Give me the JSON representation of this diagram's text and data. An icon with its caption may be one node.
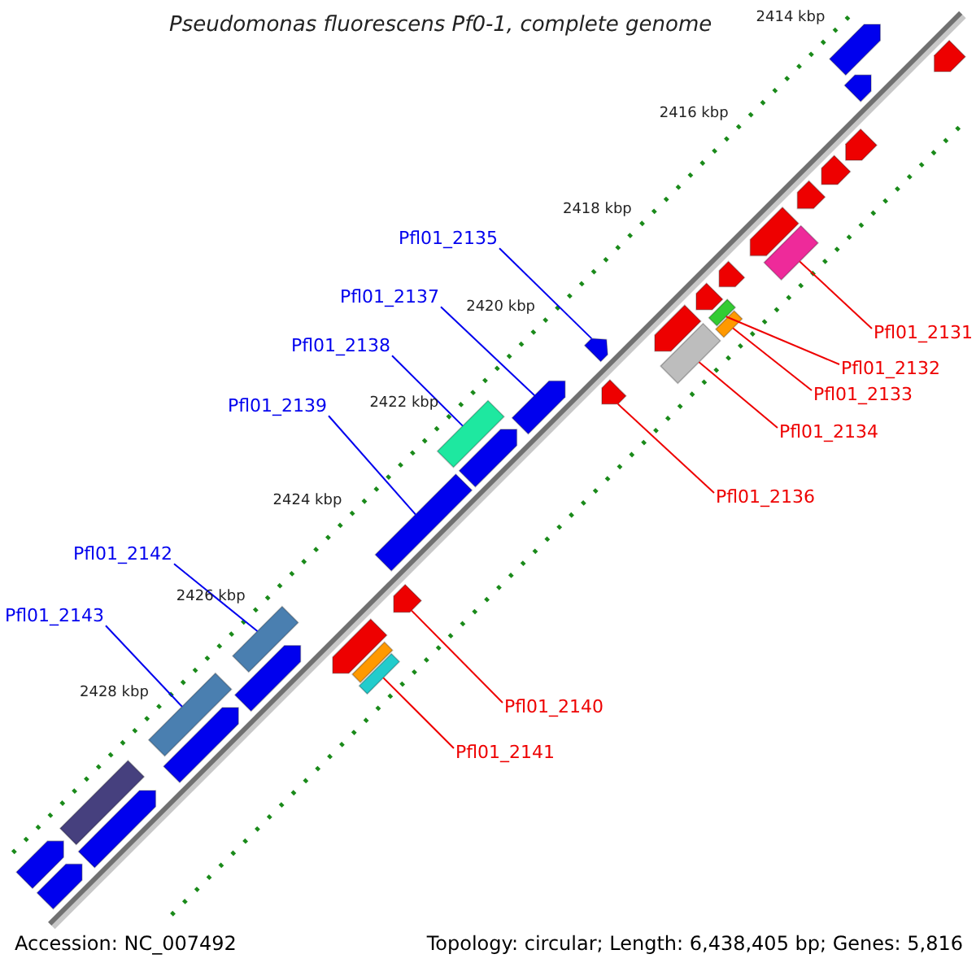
{
  "diagram": {
    "title": "Pseudomonas fluorescens Pf0-1, complete genome",
    "nodes": [
      {
        "text": [
          "Pfl01_2135"
        ]
      },
      {
        "text": [
          "Pfl01_2137"
        ]
      },
      {
        "text": [
          "Pfl01_2131"
        ]
      },
      {
        "text": [
          "Pfl01_2138"
        ]
      },
      {
        "text": [
          "Pfl01_2132"
        ]
      },
      {
        "text": [
          "Pfl01_2133"
        ]
      },
      {
        "text": [
          "Pfl01_2139"
        ]
      },
      {
        "text": [
          "Pfl01_2134"
        ]
      },
      {
        "text": [
          "Pfl01_2136"
        ]
      },
      {
        "text": [
          "Pfl01_2142"
        ]
      },
      {
        "text": [
          "Pfl01_2143"
        ]
      },
      {
        "text": [
          "Pfl01_2140"
        ]
      },
      {
        "text": [
          "Pfl01_2141"
        ]
      },
      {
        "text": [],
        "shape": "arrow"
      },
      {
        "text": [],
        "shape": "arrow"
      },
      {
        "text": [],
        "shape": "bar"
      },
      {
        "text": [],
        "shape": "bar"
      },
      {
        "text": [],
        "shape": "bar"
      },
      {
        "text": [],
        "shape": "bar"
      },
      {
        "text": [],
        "shape": "bar"
      },
      {
        "text": [],
        "shape": "bar"
      },
      {
        "text": [],
        "shape": "arrow"
      },
      {
        "text": [],
        "shape": "bar"
      },
      {
        "text": [],
        "shape": "bar"
      },
      {
        "text": [],
        "shape": "arrow"
      },
      {
        "text": [],
        "shape": "bar"
      },
      {
        "text": [],
        "shape": "arrow"
      },
      {
        "text": [],
        "shape": "arrow"
      },
      {
        "text": [],
        "shape": "arrow"
      },
      {
        "text": [],
        "shape": "arrow"
      },
      {
        "text": [],
        "shape": "arrow"
      },
      {
        "text": [],
        "shape": "arrow"
      },
      {
        "text": [],
        "shape": "arrow"
      },
      {
        "text": [],
        "shape": "bar"
      },
      {
        "text": [],
        "shape": "arrow"
      },
      {
        "text": [],
        "shape": "arrow"
      },
      {
        "text": [],
        "shape": "arrow"
      },
      {
        "text": [],
        "shape": "arrow"
      },
      {
        "text": [],
        "shape": "arrow"
      },
      {
        "text": [],
        "shape": "arrow"
      },
      {
        "text": [],
        "shape": "arrow"
      },
      {
        "text": [],
        "shape": "arrow"
      },
      {
        "text": [],
        "shape": "arrow"
      },
      {
        "text": [],
        "shape": "arrow"
      },
      {
        "text": [],
        "shape": "bar"
      }
    ],
    "edges": [
      {
        "from": 0,
        "to": 13,
        "arrow": "none",
        "color": "#0000ee"
      },
      {
        "from": 1,
        "to": 14,
        "arrow": "none",
        "color": "#0000ee"
      },
      {
        "from": 2,
        "to": 15,
        "arrow": "none"
      },
      {
        "from": 3,
        "to": 16,
        "arrow": "none",
        "color": "#0000ee"
      },
      {
        "from": 4,
        "to": 17,
        "arrow": "none"
      },
      {
        "from": 5,
        "to": 18,
        "arrow": "none"
      },
      {
        "from": 6,
        "to": 19,
        "arrow": "none",
        "color": "#0000ee"
      },
      {
        "from": 7,
        "to": 20,
        "arrow": "none"
      },
      {
        "from": 8,
        "to": 21,
        "arrow": "none"
      },
      {
        "from": 9,
        "to": 22,
        "arrow": "none",
        "color": "#0000ee"
      },
      {
        "from": 10,
        "to": 23,
        "arrow": "none",
        "color": "#0000ee"
      },
      {
        "from": 11,
        "to": 24,
        "arrow": "none"
      },
      {
        "from": 12,
        "to": 25,
        "arrow": "none"
      }
    ],
    "labels": [
      "2414 kbp",
      "2416 kbp",
      "2418 kbp",
      "2420 kbp",
      "2422 kbp",
      "2424 kbp",
      "2426 kbp",
      "2428 kbp",
      "Accession: NC_007492",
      "Topology: circular; Length: 6,438,405 bp; Genes: 5,816"
    ]
  }
}
